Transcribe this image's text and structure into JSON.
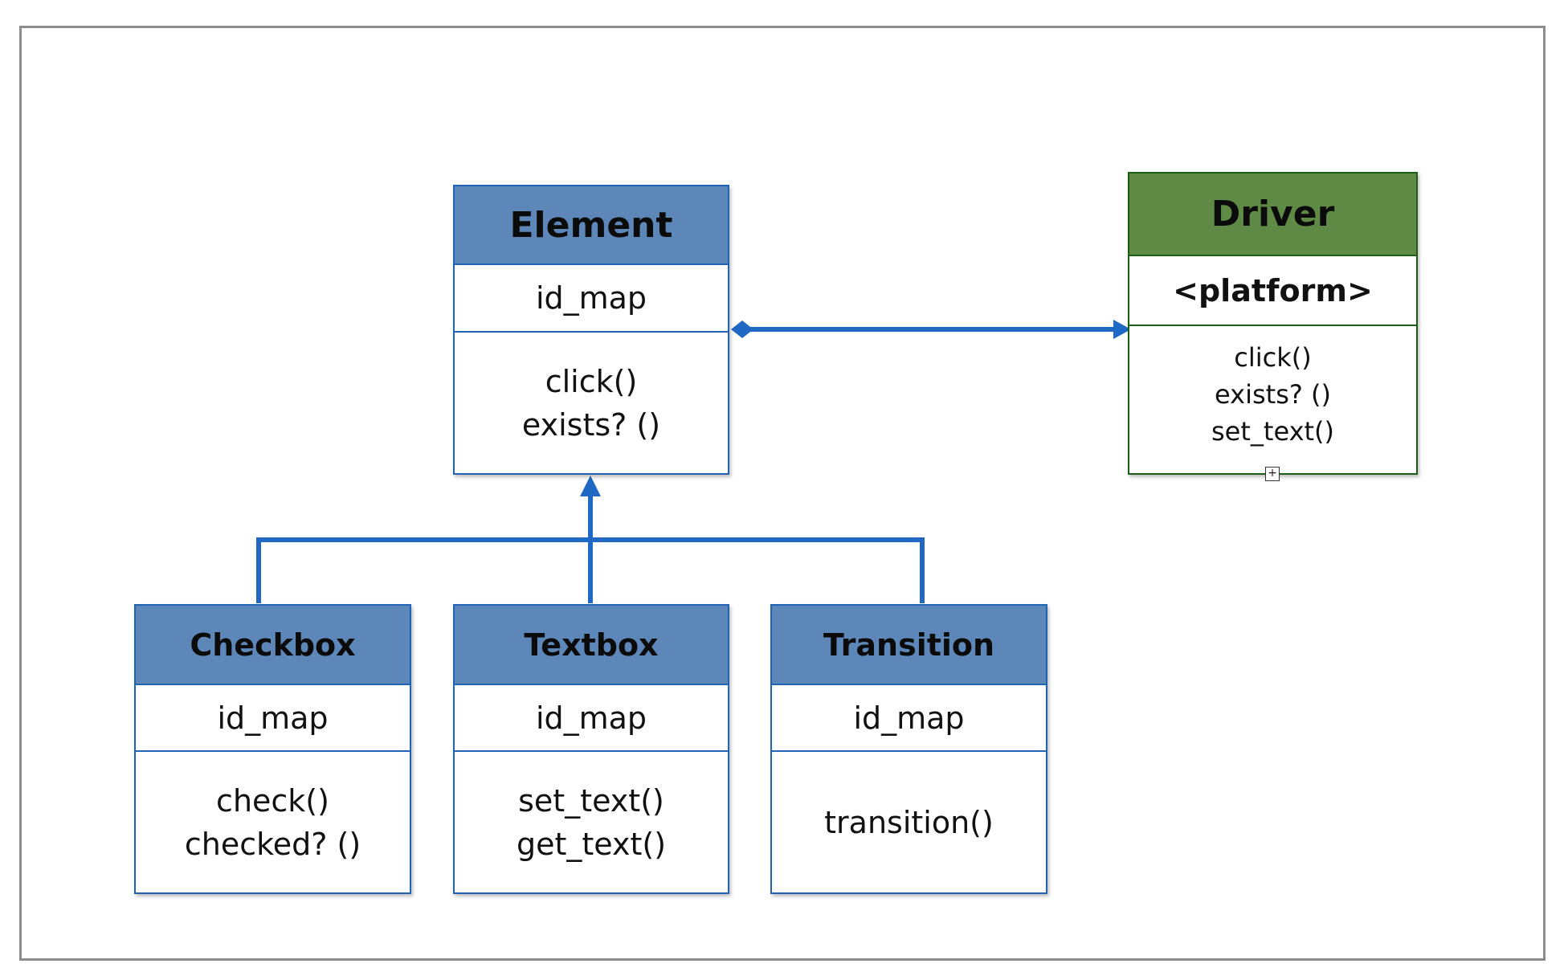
{
  "classes": {
    "element": {
      "name": "Element",
      "attributes": [
        "id_map"
      ],
      "operations": [
        "click()",
        "exists? ()"
      ]
    },
    "driver": {
      "name": "Driver",
      "attributes": [
        "<platform>"
      ],
      "operations": [
        "click()",
        "exists? ()",
        "set_text()"
      ]
    },
    "checkbox": {
      "name": "Checkbox",
      "attributes": [
        "id_map"
      ],
      "operations": [
        "check()",
        "checked? ()"
      ]
    },
    "textbox": {
      "name": "Textbox",
      "attributes": [
        "id_map"
      ],
      "operations": [
        "set_text()",
        "get_text()"
      ]
    },
    "transition": {
      "name": "Transition",
      "attributes": [
        "id_map"
      ],
      "operations": [
        "transition()"
      ]
    }
  },
  "colors": {
    "class_header": "#5d87b8",
    "class_border": "#1f63b5",
    "driver_header": "#5e8a45",
    "driver_border": "#1d5e16",
    "connector": "#1f68c3",
    "frame": "#8c8c8c"
  },
  "expand_icon": "boxed-plus"
}
